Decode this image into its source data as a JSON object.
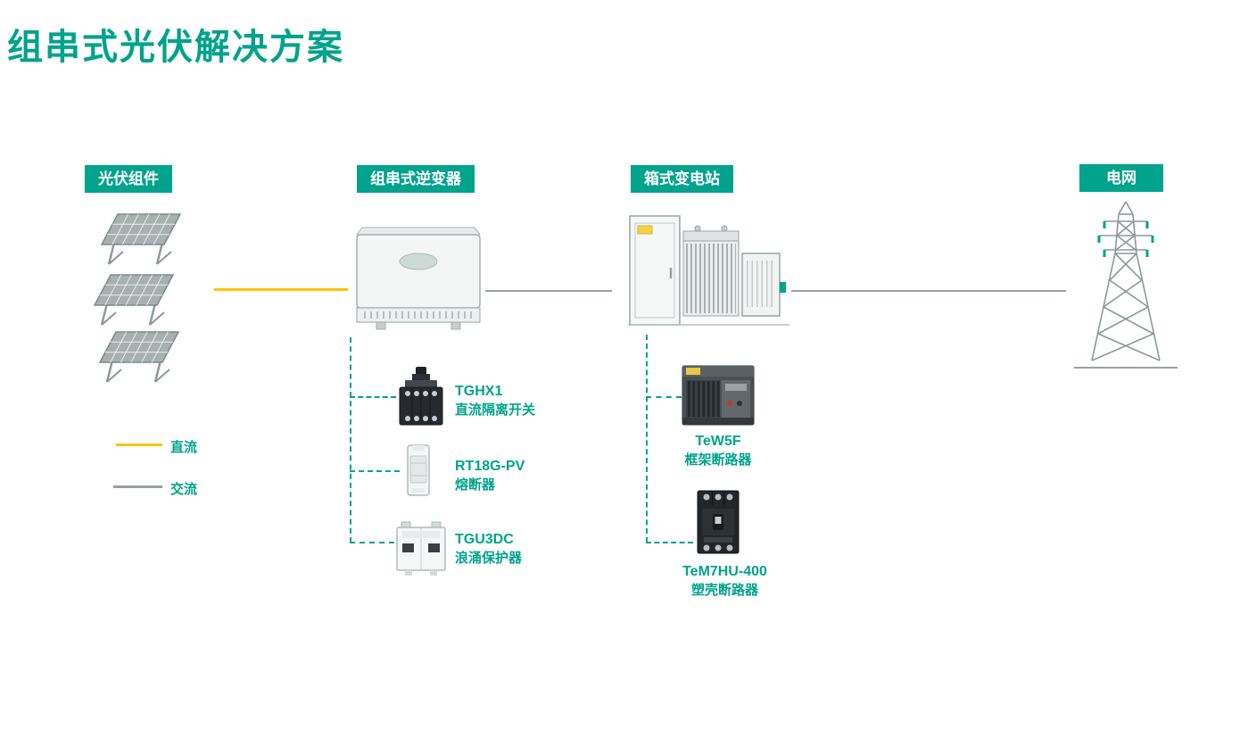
{
  "page": {
    "title": "组串式光伏解决方案"
  },
  "colors": {
    "accent_teal": "#00A38B",
    "dc_yellow": "#FFC400",
    "ac_gray": "#9AA0A0"
  },
  "stages": [
    {
      "id": "pv-modules",
      "label": "光伏组件"
    },
    {
      "id": "string-inverter",
      "label": "组串式逆变器"
    },
    {
      "id": "box-substation",
      "label": "箱式变电站"
    },
    {
      "id": "power-grid",
      "label": "电网"
    }
  ],
  "legend": [
    {
      "id": "dc",
      "label": "直流",
      "line_color": "#FFC400"
    },
    {
      "id": "ac",
      "label": "交流",
      "line_color": "#9AA0A0"
    }
  ],
  "inverter_components": [
    {
      "model": "TGHX1",
      "name": "直流隔离开关",
      "icon": "dc-isolator-switch-icon"
    },
    {
      "model": "RT18G-PV",
      "name": "熔断器",
      "icon": "fuse-icon"
    },
    {
      "model": "TGU3DC",
      "name": "浪涌保护器",
      "icon": "surge-protector-icon"
    }
  ],
  "substation_components": [
    {
      "model": "TeW5F",
      "name": "框架断路器",
      "icon": "air-circuit-breaker-icon"
    },
    {
      "model": "TeM7HU-400",
      "name": "塑壳断路器",
      "icon": "molded-case-breaker-icon"
    }
  ]
}
